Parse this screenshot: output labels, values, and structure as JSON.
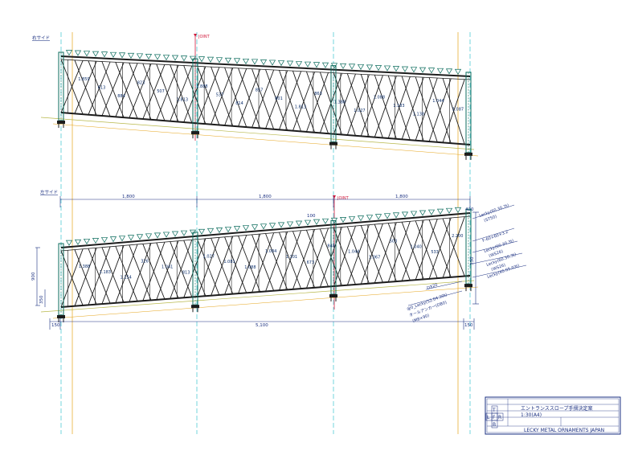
{
  "panels": {
    "upper": {
      "label": "右サイド",
      "joint_label": "JOINT"
    },
    "lower": {
      "label": "左サイド",
      "joint_label": "JOINT"
    }
  },
  "dimensions": {
    "span_1": "1,800",
    "span_2": "1,800",
    "span_3": "1,800",
    "total": "5,100",
    "left_end": "150",
    "right_end": "150",
    "height": "900",
    "post_top": "420",
    "post_low": "350",
    "mid_height": "330",
    "joint_len": "100"
  },
  "callouts": [
    "Lecky(60.30.7t)",
    "(ST50)",
    "F-60×60×3.2",
    "Lecky(60.30.3t)",
    "(WS26)",
    "Lecky(60.30.3t)",
    "(WS26)",
    "Lecky(40.05.03t)"
  ],
  "anchor_notes": [
    "DX20",
    "@0_Lecky(52.04.30t)",
    "オールアンカー(DB0)",
    "(M8×90)"
  ],
  "upper_member_labels": [
    "1.859",
    "613",
    "884",
    "823",
    "507",
    "1.813",
    "1.888",
    "537",
    "814",
    "857",
    "801",
    "1.813",
    "863",
    "1.388",
    "1.027",
    "1.088",
    "1.183",
    "1.138",
    "1.044",
    "1.087"
  ],
  "lower_member_labels": [
    "1.388",
    "1.183",
    "1.154",
    "326",
    "1.041",
    "813",
    "1.027",
    "1.081",
    "1.088",
    "1.084",
    "1.101",
    "673",
    "848",
    "1.044",
    "1.067",
    "503",
    "1.040",
    "533",
    "2.200"
  ],
  "title_block": {
    "title": "エントランススロープ手摺決定案",
    "scale": "1:30(A4)",
    "company": "LECKY METAL ORNAMENTS JAPAN",
    "letters": [
      "T",
      "L",
      "F",
      "R",
      "B"
    ]
  },
  "colors": {
    "frame": "#1c1c1c",
    "dimension": "#1a2f80",
    "joint": "#d21a3c",
    "grid_cyan": "#18b8c8",
    "grid_orange": "#e6a419",
    "ground": "#b8b84a"
  }
}
